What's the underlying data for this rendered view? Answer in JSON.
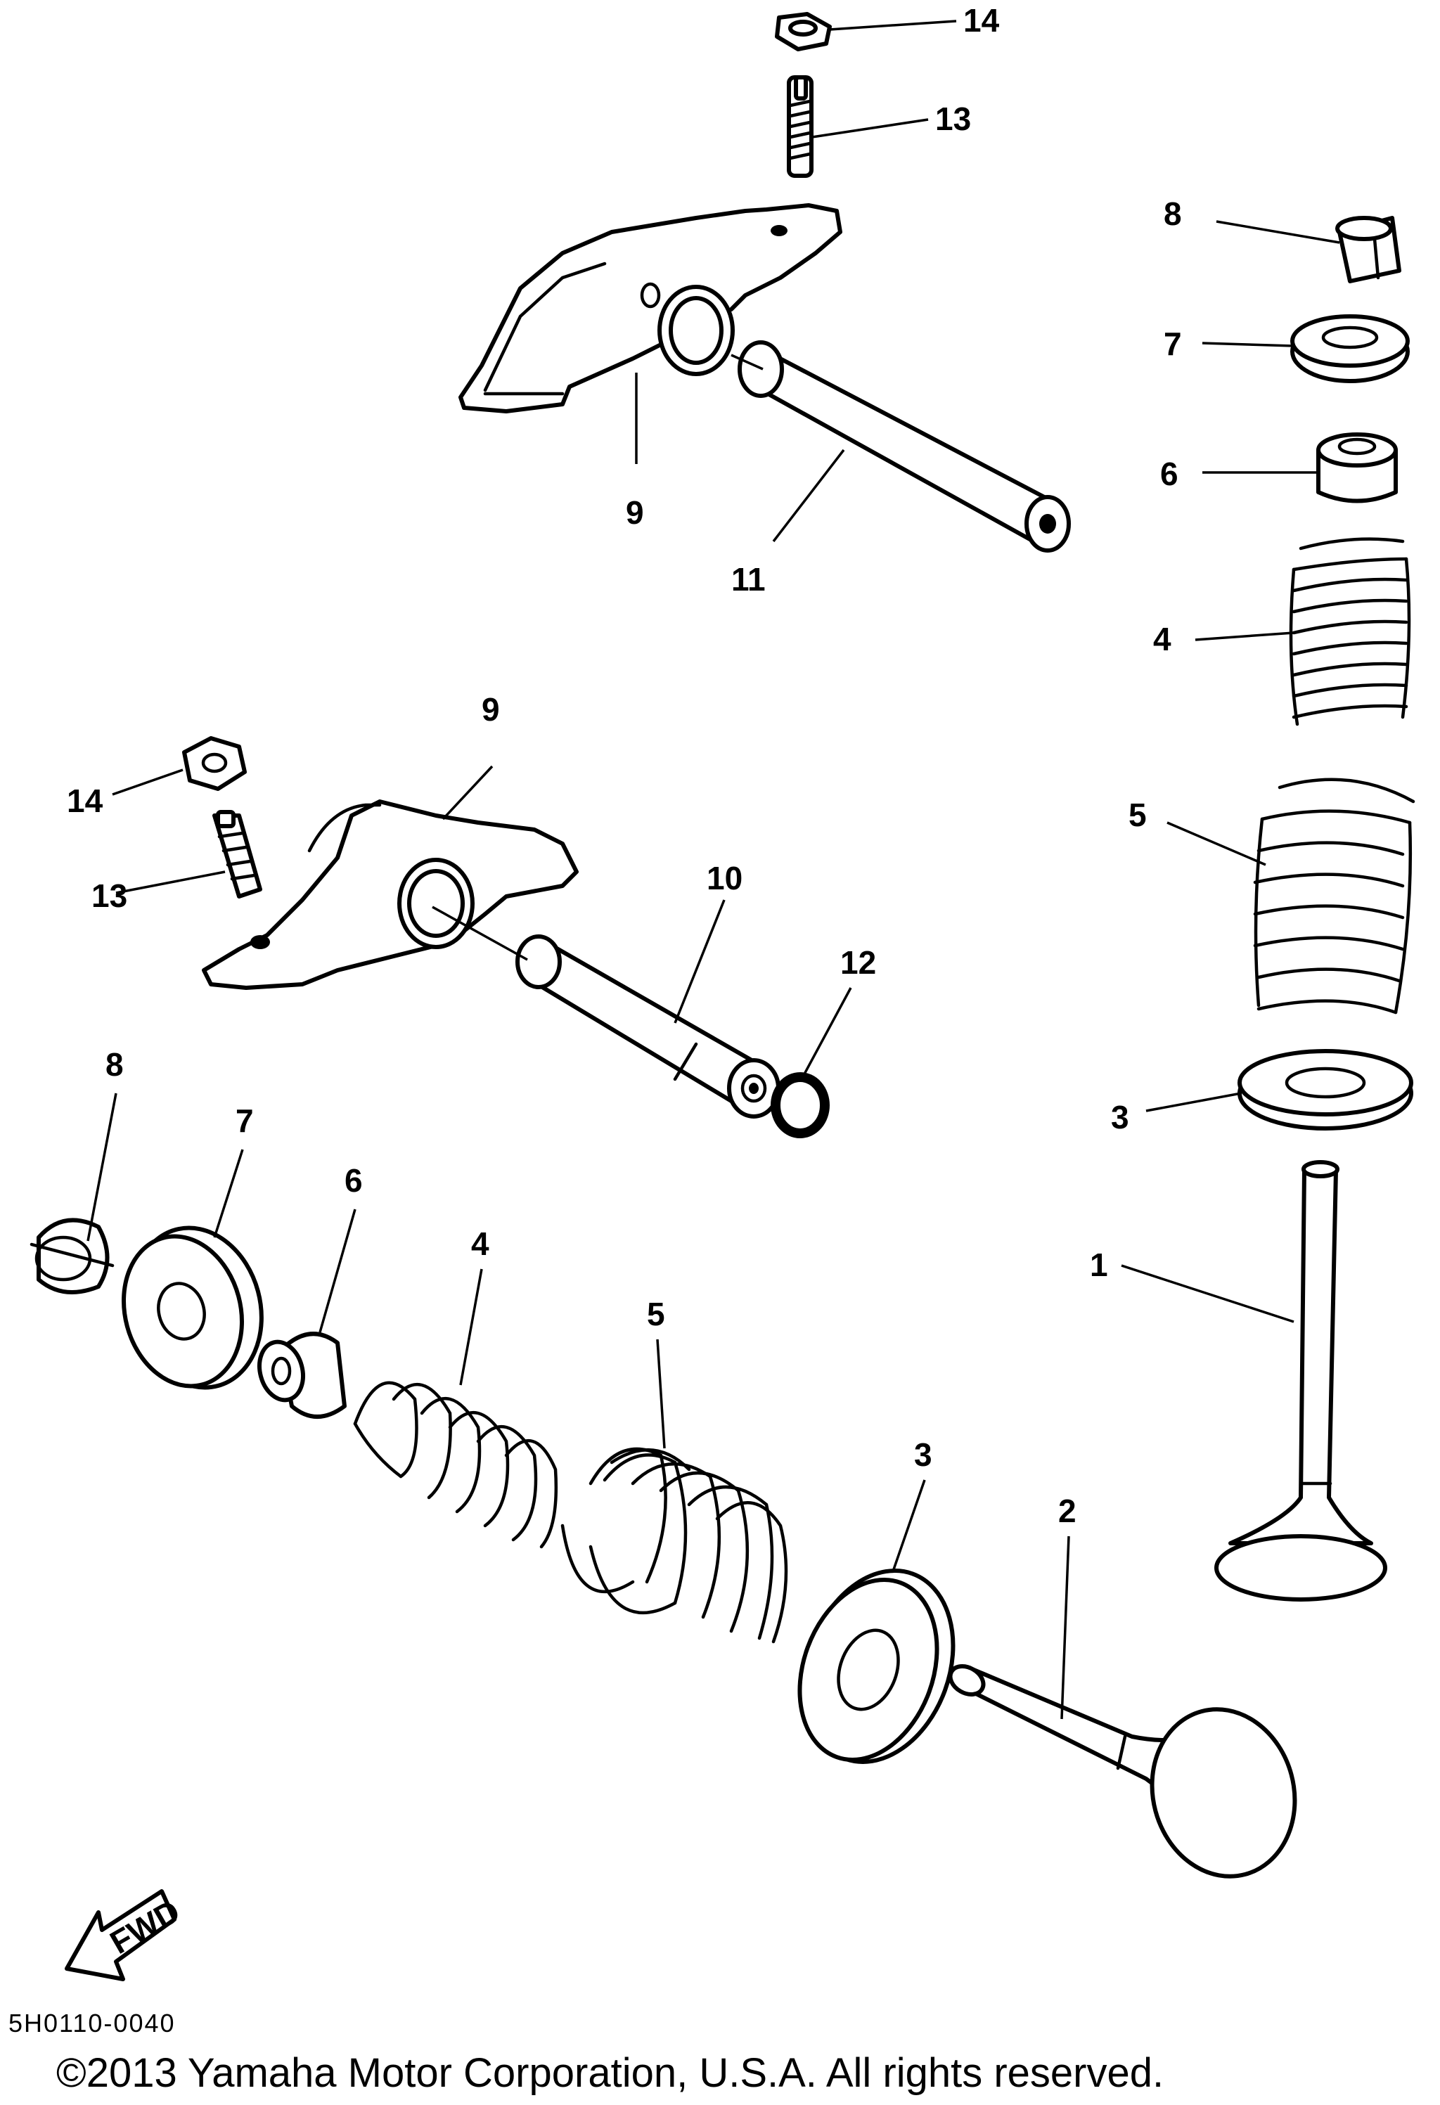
{
  "diagram_code": "5H0110-0040",
  "copyright": "©2013 Yamaha Motor Corporation, U.S.A. All rights reserved.",
  "fwd_label": "FWD",
  "callouts": {
    "top_nut": "14",
    "top_screw": "13",
    "top_rocker_arm": "9",
    "top_shaft": "11",
    "right_cotter": "8",
    "right_retainer": "7",
    "right_seal": "6",
    "right_inner_spring": "4",
    "right_outer_spring": "5",
    "right_seat": "3",
    "right_valve": "1",
    "mid_rocker_arm": "9",
    "mid_nut": "14",
    "mid_screw": "13",
    "mid_shaft": "10",
    "mid_oring": "12",
    "bottom_cotter": "8",
    "bottom_retainer": "7",
    "bottom_seal": "6",
    "bottom_inner_spring": "4",
    "bottom_outer_spring": "5",
    "bottom_seat": "3",
    "bottom_valve": "2"
  }
}
